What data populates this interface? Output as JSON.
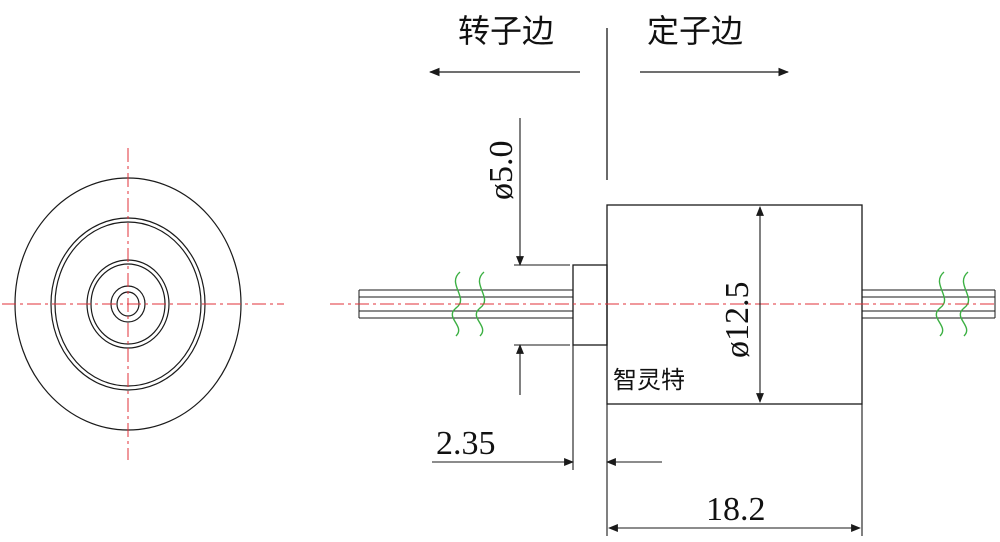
{
  "labels": {
    "rotor_side": "转子边",
    "stator_side": "定子边",
    "brand": "智灵特"
  },
  "dimensions": {
    "shaft_diameter": "ø5.0",
    "body_diameter": "ø12.5",
    "flange_length": "2.35",
    "body_length": "18.2"
  },
  "colors": {
    "line": "#1a1a1a",
    "center_line": "#e0303a",
    "break_mark": "#3cb043",
    "background": "#ffffff"
  }
}
